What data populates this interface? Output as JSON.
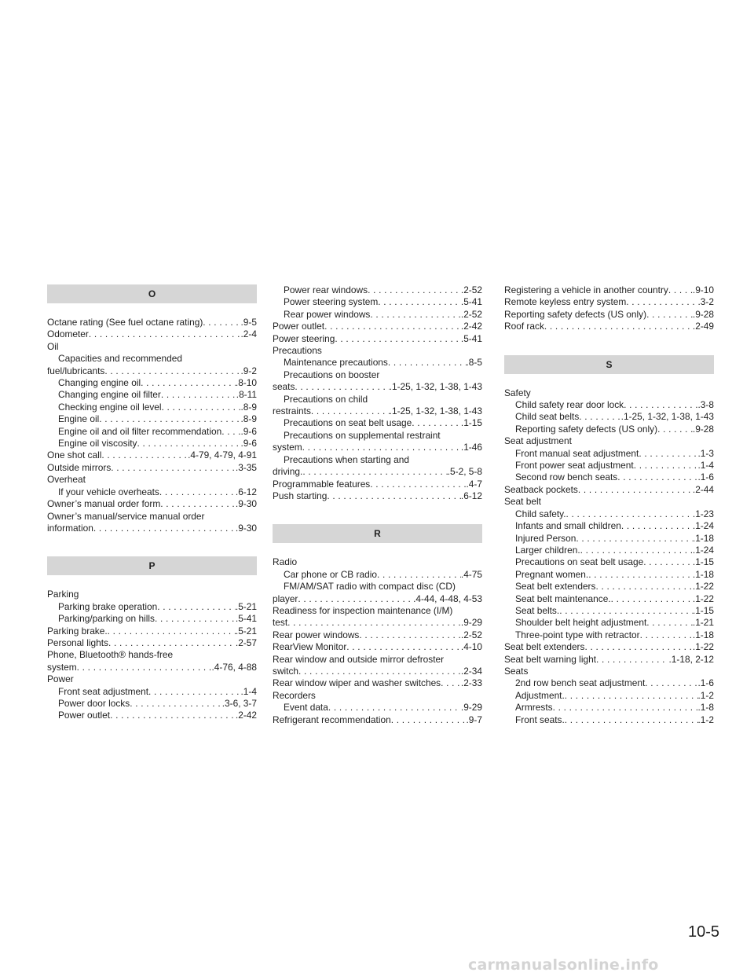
{
  "page_number": "10-5",
  "watermark": "carmanualsonline.info",
  "columns": [
    [
      {
        "kind": "band",
        "text": "O"
      },
      {
        "kind": "gap_after"
      },
      {
        "kind": "entry",
        "lvl": 0,
        "t": "Octane rating (See fuel octane rating)",
        "p": ".9-5"
      },
      {
        "kind": "entry",
        "lvl": 0,
        "t": "Odometer",
        "p": ".2-4"
      },
      {
        "kind": "head",
        "lvl": 0,
        "t": "Oil"
      },
      {
        "kind": "head",
        "lvl": 1,
        "t": "Capacities and recommended"
      },
      {
        "kind": "wrap",
        "t": "fuel/lubricants",
        "p": ".9-2"
      },
      {
        "kind": "entry",
        "lvl": 1,
        "t": "Changing engine oil",
        "p": ".8-10"
      },
      {
        "kind": "entry",
        "lvl": 1,
        "t": "Changing engine oil filter",
        "p": ".8-11"
      },
      {
        "kind": "entry",
        "lvl": 1,
        "t": "Checking engine oil level",
        "p": ".8-9"
      },
      {
        "kind": "entry",
        "lvl": 1,
        "t": "Engine oil",
        "p": ".8-9"
      },
      {
        "kind": "entry",
        "lvl": 1,
        "t": "Engine oil and oil filter recommendation",
        "p": ".9-6"
      },
      {
        "kind": "entry",
        "lvl": 1,
        "t": "Engine oil viscosity",
        "p": ".9-6"
      },
      {
        "kind": "entry",
        "lvl": 0,
        "t": "One shot call",
        "p": ".4-79, 4-79, 4-91"
      },
      {
        "kind": "entry",
        "lvl": 0,
        "t": "Outside mirrors",
        "p": ".3-35"
      },
      {
        "kind": "head",
        "lvl": 0,
        "t": "Overheat"
      },
      {
        "kind": "entry",
        "lvl": 1,
        "t": "If your vehicle overheats",
        "p": ".6-12"
      },
      {
        "kind": "entry",
        "lvl": 0,
        "t": "Owner’s manual order form",
        "p": ".9-30"
      },
      {
        "kind": "head",
        "lvl": 0,
        "t": "Owner’s manual/service manual order"
      },
      {
        "kind": "wrap",
        "t": "information",
        "p": ".9-30"
      },
      {
        "kind": "gap_before"
      },
      {
        "kind": "band",
        "text": "P"
      },
      {
        "kind": "gap_after"
      },
      {
        "kind": "head",
        "lvl": 0,
        "t": "Parking"
      },
      {
        "kind": "entry",
        "lvl": 1,
        "t": "Parking brake operation",
        "p": ".5-21"
      },
      {
        "kind": "entry",
        "lvl": 1,
        "t": "Parking/parking on hills",
        "p": ".5-41"
      },
      {
        "kind": "entry",
        "lvl": 0,
        "t": "Parking brake.",
        "p": ".5-21"
      },
      {
        "kind": "entry",
        "lvl": 0,
        "t": "Personal lights",
        "p": ".2-57"
      },
      {
        "kind": "head",
        "lvl": 0,
        "t": "Phone, Bluetooth® hands-free"
      },
      {
        "kind": "wrap",
        "t": "system",
        "p": ".4-76, 4-88"
      },
      {
        "kind": "head",
        "lvl": 0,
        "t": "Power"
      },
      {
        "kind": "entry",
        "lvl": 1,
        "t": "Front seat adjustment",
        "p": ".1-4"
      },
      {
        "kind": "entry",
        "lvl": 1,
        "t": "Power door locks",
        "p": ".3-6, 3-7"
      },
      {
        "kind": "entry",
        "lvl": 1,
        "t": "Power outlet",
        "p": ".2-42"
      }
    ],
    [
      {
        "kind": "entry",
        "lvl": 1,
        "t": "Power rear windows",
        "p": ".2-52"
      },
      {
        "kind": "entry",
        "lvl": 1,
        "t": "Power steering system",
        "p": ".5-41"
      },
      {
        "kind": "entry",
        "lvl": 1,
        "t": "Rear power windows",
        "p": ".2-52"
      },
      {
        "kind": "entry",
        "lvl": 0,
        "t": "Power outlet",
        "p": ".2-42"
      },
      {
        "kind": "entry",
        "lvl": 0,
        "t": "Power steering",
        "p": ".5-41"
      },
      {
        "kind": "head",
        "lvl": 0,
        "t": "Precautions"
      },
      {
        "kind": "entry",
        "lvl": 1,
        "t": "Maintenance precautions",
        "p": ".8-5"
      },
      {
        "kind": "head",
        "lvl": 1,
        "t": "Precautions on booster"
      },
      {
        "kind": "wrap",
        "t": "seats",
        "p": ".1-25, 1-32, 1-38, 1-43"
      },
      {
        "kind": "head",
        "lvl": 1,
        "t": "Precautions on child"
      },
      {
        "kind": "wrap",
        "t": "restraints",
        "p": ".1-25, 1-32, 1-38, 1-43"
      },
      {
        "kind": "entry",
        "lvl": 1,
        "t": "Precautions on seat belt usage",
        "p": ".1-15"
      },
      {
        "kind": "head",
        "lvl": 1,
        "t": "Precautions on supplemental restraint"
      },
      {
        "kind": "wrap",
        "t": "system",
        "p": ".1-46"
      },
      {
        "kind": "head",
        "lvl": 1,
        "t": "Precautions when starting and"
      },
      {
        "kind": "wrap",
        "t": "driving.",
        "p": ".5-2, 5-8"
      },
      {
        "kind": "entry",
        "lvl": 0,
        "t": "Programmable features",
        "p": ".4-7"
      },
      {
        "kind": "entry",
        "lvl": 0,
        "t": "Push starting",
        "p": ".6-12"
      },
      {
        "kind": "gap_before"
      },
      {
        "kind": "band",
        "text": "R"
      },
      {
        "kind": "gap_after"
      },
      {
        "kind": "head",
        "lvl": 0,
        "t": "Radio"
      },
      {
        "kind": "entry",
        "lvl": 1,
        "t": "Car phone or CB radio",
        "p": ".4-75"
      },
      {
        "kind": "head",
        "lvl": 1,
        "t": "FM/AM/SAT radio with compact disc (CD)"
      },
      {
        "kind": "wrap",
        "t": "player",
        "p": ".4-44, 4-48, 4-53"
      },
      {
        "kind": "head",
        "lvl": 0,
        "t": "Readiness for inspection maintenance (I/M)"
      },
      {
        "kind": "wrap0",
        "t": "test",
        "p": ".9-29"
      },
      {
        "kind": "entry",
        "lvl": 0,
        "t": "Rear power windows",
        "p": ".2-52"
      },
      {
        "kind": "entry",
        "lvl": 0,
        "t": "RearView Monitor",
        "p": ".4-10"
      },
      {
        "kind": "head",
        "lvl": 0,
        "t": "Rear window and outside mirror defroster"
      },
      {
        "kind": "wrap0",
        "t": "switch",
        "p": ".2-34"
      },
      {
        "kind": "entry",
        "lvl": 0,
        "t": "Rear window wiper and washer switches",
        "p": ".2-33"
      },
      {
        "kind": "head",
        "lvl": 0,
        "t": "Recorders"
      },
      {
        "kind": "entry",
        "lvl": 1,
        "t": "Event data",
        "p": ".9-29"
      },
      {
        "kind": "entry",
        "lvl": 0,
        "t": "Refrigerant recommendation",
        "p": ".9-7"
      }
    ],
    [
      {
        "kind": "entry",
        "lvl": 0,
        "t": "Registering a vehicle in another country",
        "p": ".9-10"
      },
      {
        "kind": "entry",
        "lvl": 0,
        "t": "Remote keyless entry system",
        "p": ".3-2"
      },
      {
        "kind": "entry",
        "lvl": 0,
        "t": "Reporting safety defects (US only)",
        "p": ".9-28"
      },
      {
        "kind": "entry",
        "lvl": 0,
        "t": "Roof rack",
        "p": ".2-49"
      },
      {
        "kind": "gap_before"
      },
      {
        "kind": "band",
        "text": "S"
      },
      {
        "kind": "gap_after"
      },
      {
        "kind": "head",
        "lvl": 0,
        "t": "Safety"
      },
      {
        "kind": "entry",
        "lvl": 1,
        "t": "Child safety rear door lock",
        "p": ".3-8"
      },
      {
        "kind": "entry",
        "lvl": 1,
        "t": "Child seat belts",
        "p": ".1-25, 1-32, 1-38, 1-43"
      },
      {
        "kind": "entry",
        "lvl": 1,
        "t": "Reporting safety defects (US only)",
        "p": ".9-28"
      },
      {
        "kind": "head",
        "lvl": 0,
        "t": "Seat adjustment"
      },
      {
        "kind": "entry",
        "lvl": 1,
        "t": "Front manual seat adjustment",
        "p": ".1-3"
      },
      {
        "kind": "entry",
        "lvl": 1,
        "t": "Front power seat adjustment",
        "p": ".1-4"
      },
      {
        "kind": "entry",
        "lvl": 1,
        "t": "Second row bench seats",
        "p": ".1-6"
      },
      {
        "kind": "entry",
        "lvl": 0,
        "t": "Seatback pockets",
        "p": ".2-44"
      },
      {
        "kind": "head",
        "lvl": 0,
        "t": "Seat belt"
      },
      {
        "kind": "entry",
        "lvl": 1,
        "t": "Child safety.",
        "p": ".1-23"
      },
      {
        "kind": "entry",
        "lvl": 1,
        "t": "Infants and small children",
        "p": ".1-24"
      },
      {
        "kind": "entry",
        "lvl": 1,
        "t": "Injured Person",
        "p": ".1-18"
      },
      {
        "kind": "entry",
        "lvl": 1,
        "t": "Larger children.",
        "p": ".1-24"
      },
      {
        "kind": "entry",
        "lvl": 1,
        "t": "Precautions on seat belt usage",
        "p": ".1-15"
      },
      {
        "kind": "entry",
        "lvl": 1,
        "t": "Pregnant women.",
        "p": ".1-18"
      },
      {
        "kind": "entry",
        "lvl": 1,
        "t": "Seat belt extenders",
        "p": ".1-22"
      },
      {
        "kind": "entry",
        "lvl": 1,
        "t": "Seat belt maintenance.",
        "p": ".1-22"
      },
      {
        "kind": "entry",
        "lvl": 1,
        "t": "Seat belts.",
        "p": ".1-15"
      },
      {
        "kind": "entry",
        "lvl": 1,
        "t": "Shoulder belt height adjustment",
        "p": ".1-21"
      },
      {
        "kind": "entry",
        "lvl": 1,
        "t": "Three-point type with retractor",
        "p": ".1-18"
      },
      {
        "kind": "entry",
        "lvl": 0,
        "t": "Seat belt extenders",
        "p": ".1-22"
      },
      {
        "kind": "entry",
        "lvl": 0,
        "t": "Seat belt warning light",
        "p": ".1-18, 2-12"
      },
      {
        "kind": "head",
        "lvl": 0,
        "t": "Seats"
      },
      {
        "kind": "entry",
        "lvl": 1,
        "t": "2nd row bench seat adjustment",
        "p": ".1-6"
      },
      {
        "kind": "entry",
        "lvl": 1,
        "t": "Adjustment.",
        "p": ".1-2"
      },
      {
        "kind": "entry",
        "lvl": 1,
        "t": "Armrests",
        "p": ".1-8"
      },
      {
        "kind": "entry",
        "lvl": 1,
        "t": "Front seats.",
        "p": ".1-2"
      }
    ]
  ]
}
